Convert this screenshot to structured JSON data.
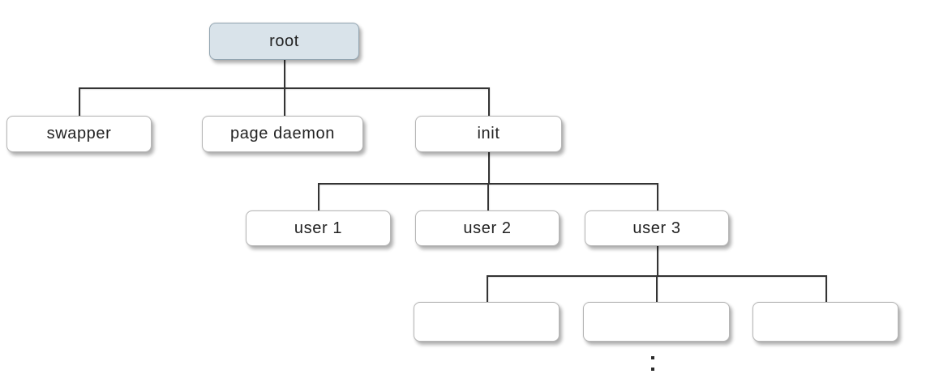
{
  "diagram": {
    "type": "tree",
    "nodes": {
      "root": {
        "label": "root"
      },
      "swapper": {
        "label": "swapper"
      },
      "page_daemon": {
        "label": "page daemon"
      },
      "init": {
        "label": "init"
      },
      "user1": {
        "label": "user 1"
      },
      "user2": {
        "label": "user 2"
      },
      "user3": {
        "label": "user 3"
      },
      "child1": {
        "label": ""
      },
      "child2": {
        "label": ""
      },
      "child3": {
        "label": ""
      }
    },
    "edges": [
      [
        "root",
        "swapper"
      ],
      [
        "root",
        "page_daemon"
      ],
      [
        "root",
        "init"
      ],
      [
        "init",
        "user1"
      ],
      [
        "init",
        "user2"
      ],
      [
        "init",
        "user3"
      ],
      [
        "user3",
        "child1"
      ],
      [
        "user3",
        "child2"
      ],
      [
        "user3",
        "child3"
      ]
    ],
    "continuation_marker": "vertical-ellipsis",
    "colors": {
      "background": "#ffffff",
      "root_fill": "#d9e3ea",
      "root_border": "#93a5b1",
      "node_fill": "#ffffff",
      "node_border": "#b6b6b6",
      "connector": "#343434"
    }
  }
}
